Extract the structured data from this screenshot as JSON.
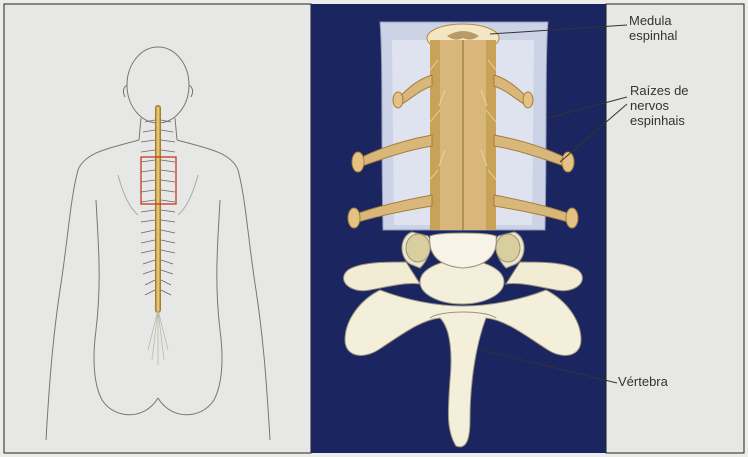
{
  "labels": {
    "medula_line1": "Medula",
    "medula_line2": "espinhal",
    "raizes_line1": "Raízes de",
    "raizes_line2": "nervos",
    "raizes_line3": "espinhais",
    "vertebra": "Vértebra"
  },
  "colors": {
    "panel_background": "#e6e6e4",
    "dark_panel": "#1b2560",
    "spinal_cord": "#c9a25a",
    "nerve": "#d9b77a",
    "bone": "#f0ead2",
    "membrane": "#cdd3e6",
    "highlight_box": "#c0392b"
  }
}
